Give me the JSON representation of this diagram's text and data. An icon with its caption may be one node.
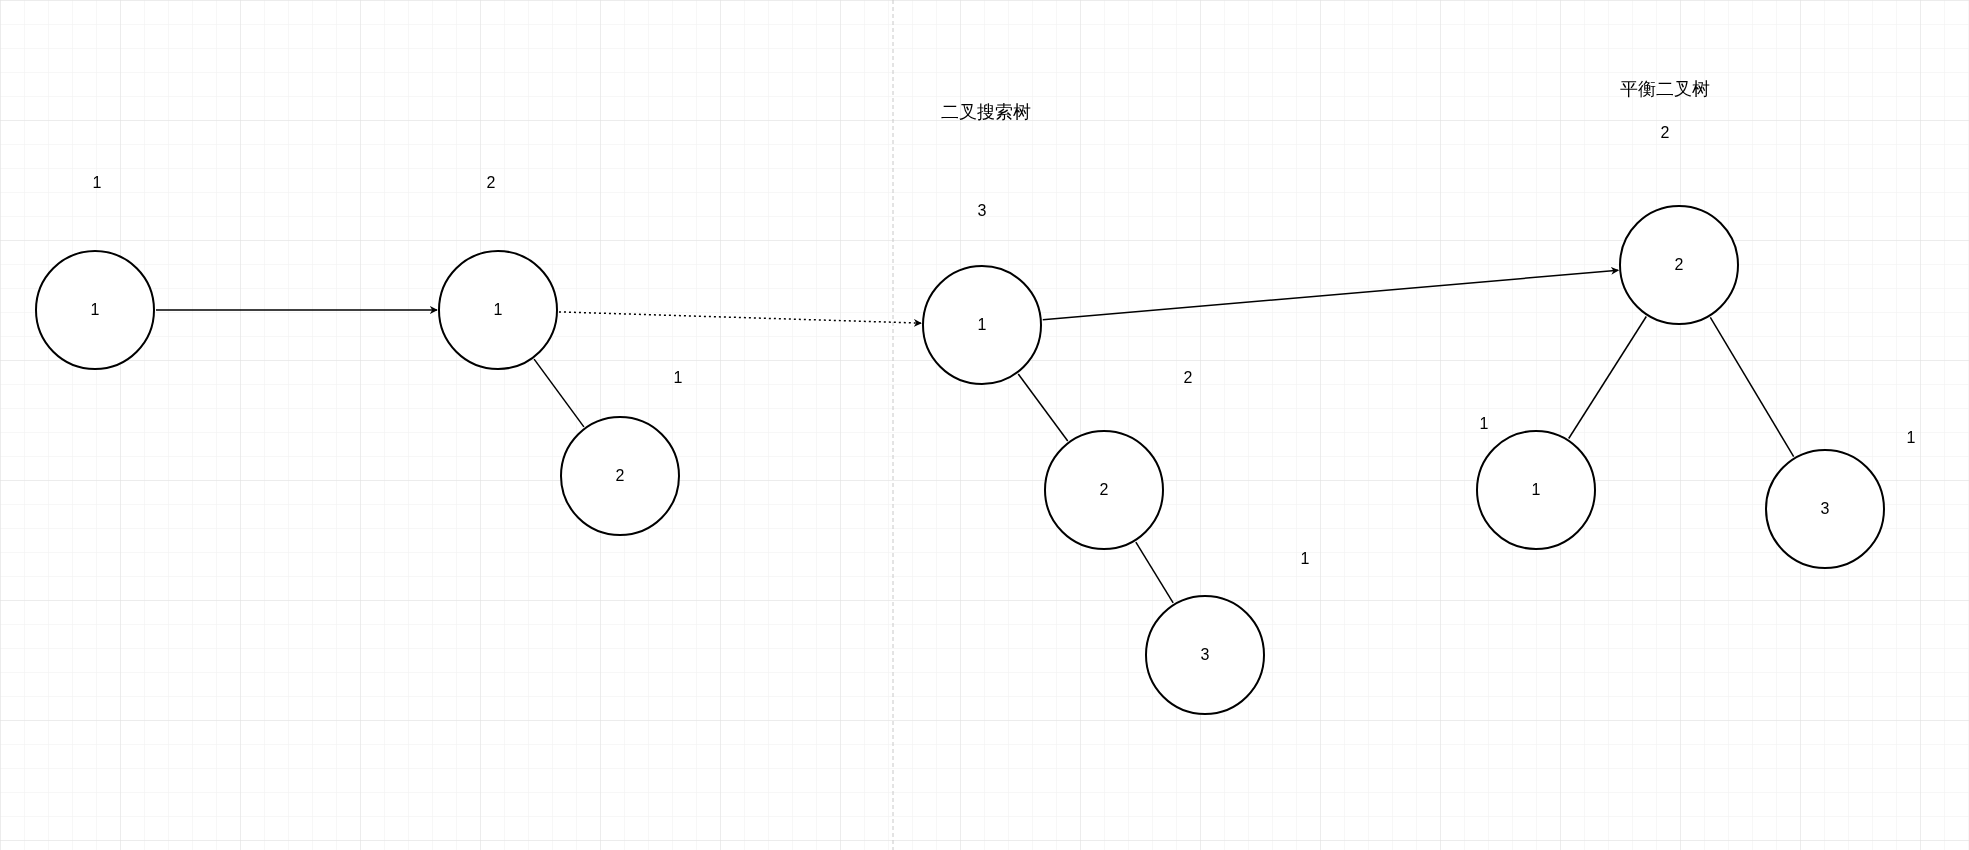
{
  "diagram": {
    "nodes": [
      {
        "text": [
          "1"
        ],
        "beside": [
          "1"
        ]
      },
      {
        "text": [
          "1"
        ],
        "beside": [
          "2"
        ]
      },
      {
        "text": [
          "2"
        ],
        "beside": [
          "1"
        ]
      },
      {
        "text": [
          "1"
        ],
        "beside": [
          "3"
        ]
      },
      {
        "text": [
          "2"
        ],
        "beside": [
          "2"
        ]
      },
      {
        "text": [
          "3"
        ],
        "beside": [
          "1"
        ]
      },
      {
        "text": [
          "2"
        ]
      },
      {
        "text": [
          "1"
        ],
        "beside": [
          "1"
        ]
      },
      {
        "text": [
          "3"
        ],
        "beside": [
          "1"
        ]
      }
    ],
    "edges": [
      {
        "from": 0,
        "to": 1,
        "arrow": "to"
      },
      {
        "from": 1,
        "to": 2,
        "arrow": "none"
      },
      {
        "from": 1,
        "to": 3,
        "arrow": "to",
        "style": "dashed"
      },
      {
        "from": 3,
        "to": 4,
        "arrow": "none"
      },
      {
        "from": 4,
        "to": 5,
        "arrow": "none"
      },
      {
        "from": 3,
        "to": 6,
        "arrow": "to"
      },
      {
        "from": 6,
        "to": 7,
        "arrow": "none"
      },
      {
        "from": 6,
        "to": 8,
        "arrow": "none"
      }
    ],
    "labels": [
      "二叉搜索树",
      "平衡二叉树",
      "2"
    ]
  }
}
